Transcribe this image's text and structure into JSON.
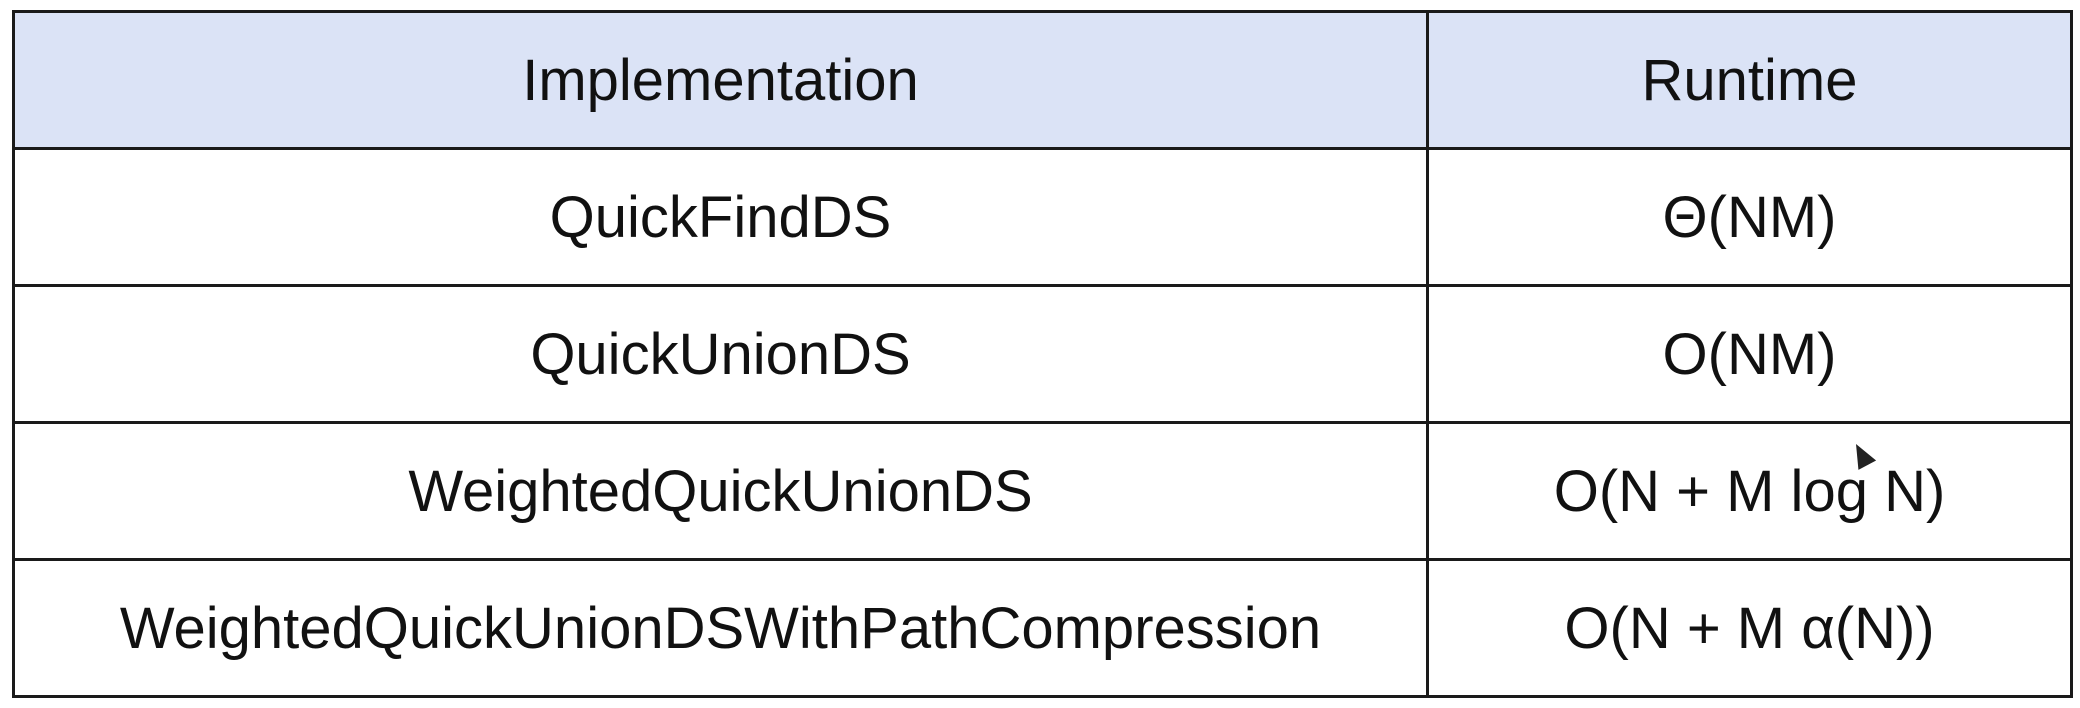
{
  "table": {
    "headers": [
      "Implementation",
      "Runtime"
    ],
    "rows": [
      {
        "implementation": "QuickFindDS",
        "runtime": "Θ(NM)"
      },
      {
        "implementation": "QuickUnionDS",
        "runtime": "O(NM)"
      },
      {
        "implementation": "WeightedQuickUnionDS",
        "runtime": "O(N + M log N)"
      },
      {
        "implementation": "WeightedQuickUnionDSWithPathCompression",
        "runtime": "O(N + M α(N))"
      }
    ]
  },
  "colors": {
    "header_background": "#dbe3f6",
    "border": "#1a1a1a",
    "text": "#111111"
  },
  "icons": {
    "cursor": "mouse-pointer-icon"
  }
}
